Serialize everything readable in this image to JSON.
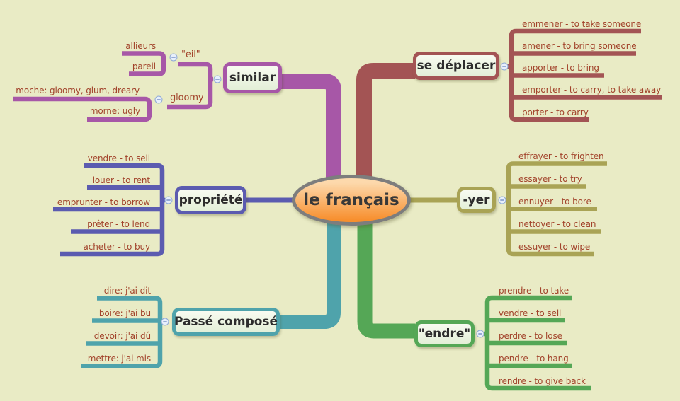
{
  "root": {
    "label": "le français"
  },
  "palette": {
    "background": "#e9ebc5",
    "leaf_text": "#a2432b",
    "node_text": "#2d2d2d",
    "node_fill_top": "#f8fbf1",
    "node_fill_bottom": "#e3efd7",
    "root_fill_top": "#fdd9ac",
    "root_fill_bottom": "#f78f2e",
    "root_border": "#7d7d7d",
    "collapse_fill": "#e7effb",
    "collapse_border": "#8fa9d6",
    "collapse_glyph": "#7b92c8"
  },
  "icons": {
    "collapse": "minus-circle"
  },
  "branches": [
    {
      "label": "similar",
      "color": "#a757a7",
      "side": "left",
      "groups": [
        {
          "label": "\"eil\"",
          "leaves": [
            "allieurs",
            "pareil"
          ]
        },
        {
          "label": "gloomy",
          "leaves": [
            "moche: gloomy, glum, dreary",
            "morne: ugly"
          ]
        }
      ]
    },
    {
      "label": "se déplacer",
      "color": "#a35454",
      "side": "right",
      "leaves": [
        "emmener - to take someone",
        "amener - to bring someone",
        "apporter - to bring",
        "emporter - to carry, to take away",
        "porter - to carry"
      ]
    },
    {
      "label": "propriété",
      "color": "#5b5bb0",
      "side": "left",
      "leaves": [
        "vendre - to sell",
        "louer - to rent",
        "emprunter - to borrow",
        "prêter - to lend",
        "acheter - to buy"
      ]
    },
    {
      "label": "-yer",
      "color": "#a9a355",
      "side": "right",
      "leaves": [
        "effrayer - to frighten",
        "essayer - to try",
        "ennuyer - to bore",
        "nettoyer - to clean",
        "essuyer - to wipe"
      ]
    },
    {
      "label": "Passé composé",
      "color": "#4fa3ab",
      "side": "left",
      "leaves": [
        "dire: j'ai dit",
        "boire: j'ai bu",
        "devoir: j'ai dû",
        "mettre: j'ai mis"
      ]
    },
    {
      "label": "\"endre\"",
      "color": "#55a756",
      "side": "right",
      "leaves": [
        "prendre - to take",
        "vendre - to sell",
        "perdre - to lose",
        "pendre - to hang",
        "rendre - to give back"
      ]
    }
  ]
}
